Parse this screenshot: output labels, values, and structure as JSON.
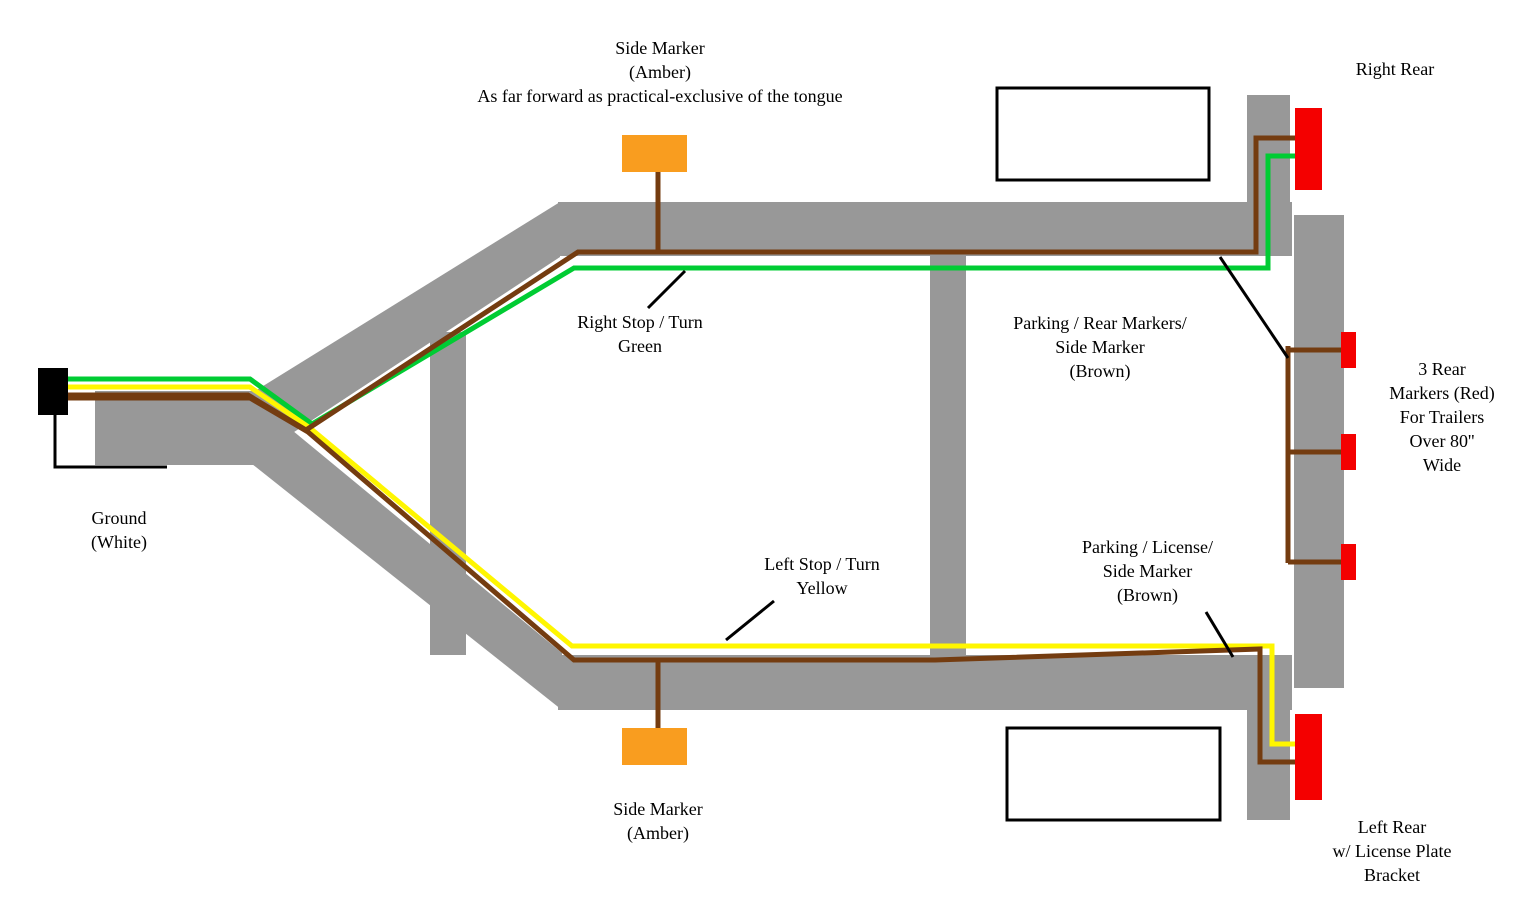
{
  "labels": {
    "side_marker_top": [
      "Side Marker",
      "(Amber)",
      "As far forward as practical-exclusive of the tongue"
    ],
    "right_rear": [
      "Right Rear"
    ],
    "right_stop_turn": [
      "Right Stop / Turn",
      "Green"
    ],
    "parking_rear_markers": [
      "Parking / Rear Markers/",
      "Side Marker",
      "(Brown)"
    ],
    "three_rear_markers": [
      "3 Rear",
      "Markers (Red)",
      "For Trailers",
      "Over 80''",
      "Wide"
    ],
    "left_stop_turn": [
      "Left Stop / Turn",
      "Yellow"
    ],
    "parking_license": [
      "Parking / License/",
      "Side Marker",
      "(Brown)"
    ],
    "ground": [
      "Ground",
      "(White)"
    ],
    "left_rear": [
      "Left Rear",
      "w/ License Plate",
      "Bracket"
    ],
    "side_marker_bottom": [
      "Side Marker",
      "(Amber)"
    ]
  },
  "colors": {
    "background": "#ffffff",
    "frame": "#989898",
    "wire_green": "#00cc33",
    "wire_yellow": "#fff600",
    "wire_brown": "#743c10",
    "wire_ground": "#000000",
    "marker_amber": "#f99d1f",
    "light_red": "#f40000",
    "connector_black": "#000000",
    "callout": "#000000",
    "box_border": "#000000"
  }
}
